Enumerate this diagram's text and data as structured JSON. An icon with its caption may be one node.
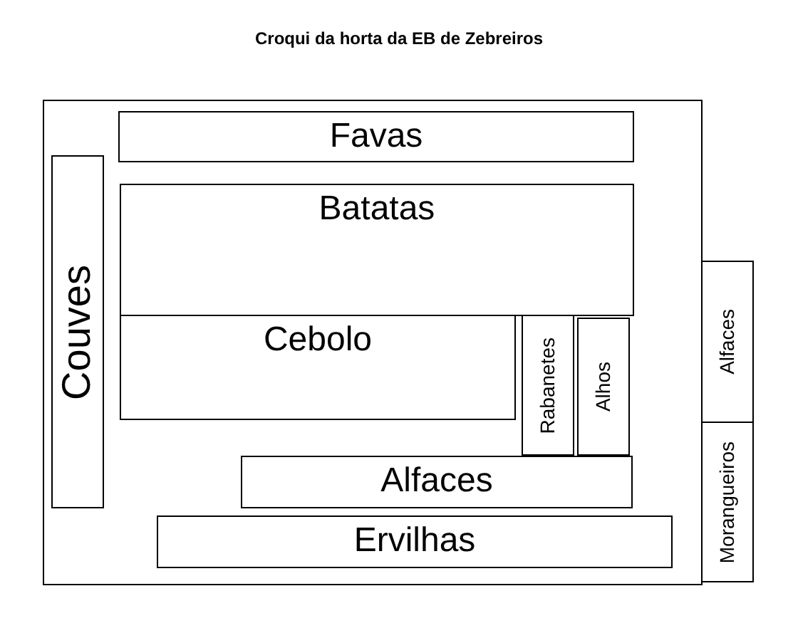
{
  "diagram": {
    "title": "Croqui da horta da EB de Zebreiros",
    "nodes": [
      {
        "text": [],
        "shape": "box"
      },
      {
        "text": [
          "Favas"
        ],
        "in": 0
      },
      {
        "text": [
          "Batatas"
        ],
        "in": 0
      },
      {
        "text": [
          "Couves"
        ],
        "in": 0
      },
      {
        "text": [
          "Cebolo"
        ],
        "in": 0
      },
      {
        "text": [
          "Rabanetes"
        ],
        "in": 0
      },
      {
        "text": [
          "Alhos"
        ],
        "in": 0
      },
      {
        "text": [
          "Alfaces"
        ],
        "in": 0
      },
      {
        "text": [
          "Ervilhas"
        ],
        "in": 0
      },
      {
        "text": [
          "Alfaces"
        ]
      },
      {
        "text": [
          "Morangueiros"
        ]
      }
    ],
    "edges": []
  }
}
